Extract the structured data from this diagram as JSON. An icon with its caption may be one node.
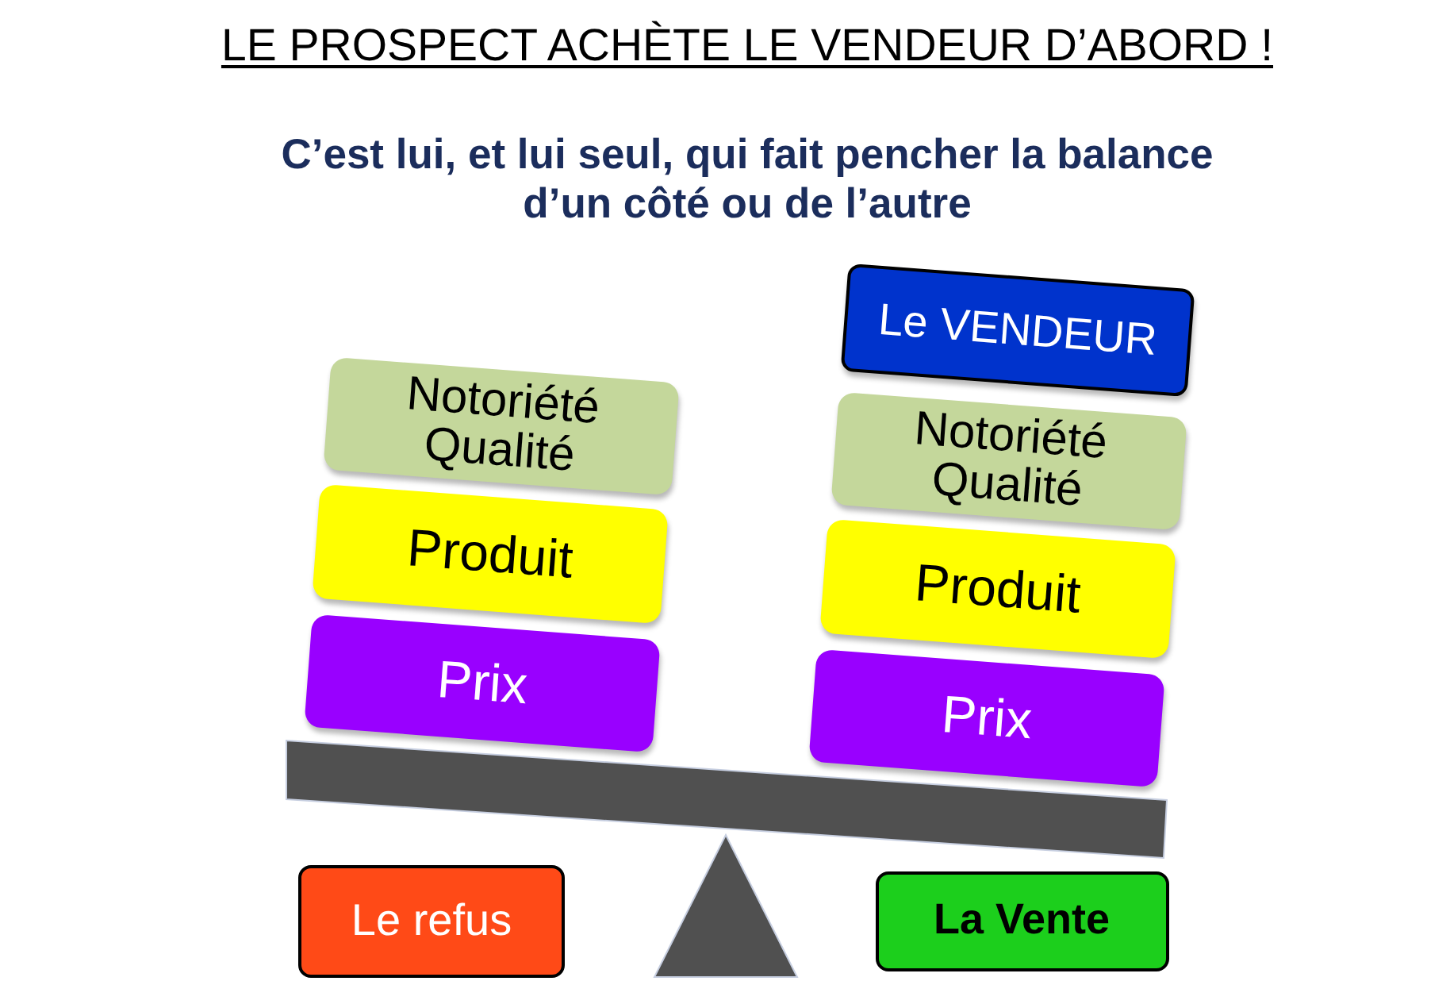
{
  "diagram": {
    "title": "LE PROSPECT ACHÈTE LE VENDEUR D’ABORD !",
    "nodes": [
      {
        "text": [
          "Notoriété Qualité"
        ]
      },
      {
        "text": [
          "Produit"
        ]
      },
      {
        "text": [
          "Prix"
        ]
      },
      {
        "text": [
          "Le VENDEUR"
        ]
      },
      {
        "text": [
          "Notoriété Qualité"
        ]
      },
      {
        "text": [
          "Produit"
        ]
      },
      {
        "text": [
          "Prix"
        ]
      },
      {
        "text": [
          "Le refus"
        ]
      },
      {
        "text": [
          "La Vente"
        ]
      }
    ],
    "labels": [
      "C’est lui, et lui seul, qui fait pencher la balance d’un côté ou de l’autre"
    ]
  }
}
